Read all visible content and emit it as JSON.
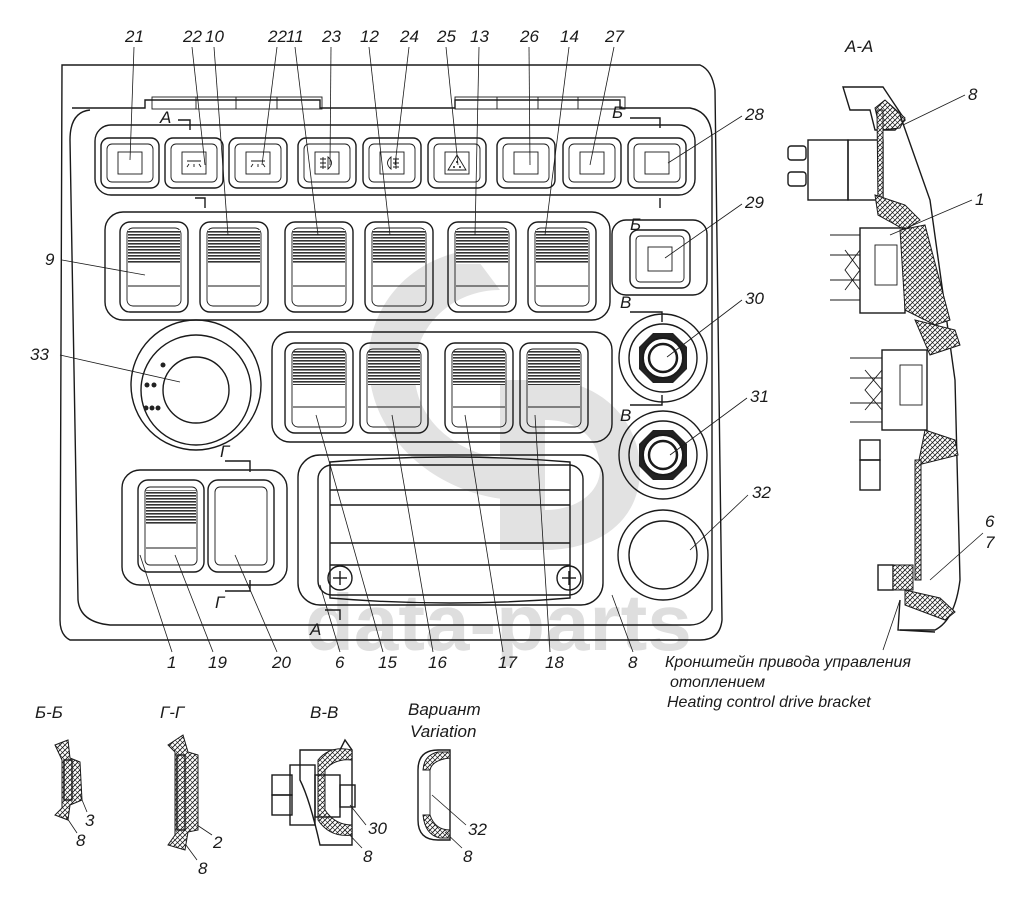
{
  "title": "Switch panel assembly",
  "watermark": "data-parts",
  "main_view": {
    "top_callouts": [
      "21",
      "22",
      "10",
      "22",
      "11",
      "23",
      "12",
      "24",
      "25",
      "13",
      "26",
      "14",
      "27"
    ],
    "right_callouts": [
      "28",
      "29",
      "30",
      "31",
      "32"
    ],
    "left_callouts": [
      "9",
      "33"
    ],
    "bottom_callouts": [
      "1",
      "19",
      "20",
      "6",
      "15",
      "16",
      "17",
      "18",
      "8"
    ],
    "section_marks": {
      "a": "А",
      "b": "Б",
      "v": "В",
      "g": "Г"
    }
  },
  "section_aa": {
    "title": "А-А",
    "callouts": [
      "8",
      "1",
      "6",
      "7"
    ],
    "caption_ru_line1": "Кронштейн привода управления",
    "caption_ru_line2": "отоплением",
    "caption_en": "Heating control drive bracket"
  },
  "section_bb": {
    "title": "Б-Б",
    "callouts": [
      "3",
      "8"
    ]
  },
  "section_gg": {
    "title": "Г-Г",
    "callouts": [
      "2",
      "8"
    ]
  },
  "section_vv": {
    "title": "В-В",
    "callouts": [
      "30",
      "8"
    ]
  },
  "variation": {
    "title_ru": "Вариант",
    "title_en": "Variation",
    "callouts": [
      "32",
      "8"
    ]
  },
  "icons": {
    "sw22": "headlight-icon",
    "sw23": "rear-fog-light-icon",
    "sw24": "front-fog-light-icon",
    "sw25": "hazard-triangle-icon"
  }
}
